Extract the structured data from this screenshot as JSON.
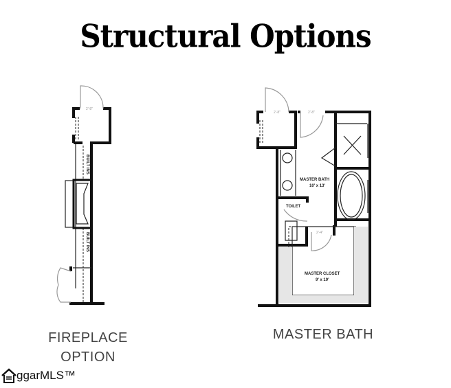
{
  "title": "Structural Options",
  "fireplace": {
    "caption_line1": "FIREPLACE",
    "caption_line2": "OPTION",
    "built_ins_top": "BUILT INS",
    "built_ins_bottom": "BUILT INS",
    "door_dim": "2'-8\""
  },
  "master_bath": {
    "caption": "MASTER BATH",
    "room_label": "MASTER BATH",
    "room_size": "10' x 13'",
    "toilet_label": "TOILET",
    "closet_label": "MASTER CLOSET",
    "closet_size": "9' x 19'",
    "door_dim_1": "2'-8\"",
    "door_dim_2": "2'-8\"",
    "door_dim_3": "2'-4\""
  },
  "logo": {
    "text": "ggarMLS™",
    "icon": "house-icon"
  }
}
